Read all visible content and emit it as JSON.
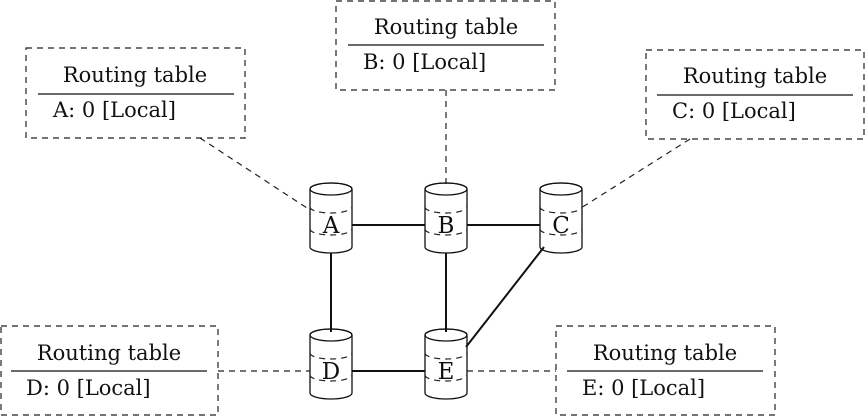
{
  "diagram": {
    "nodes": [
      {
        "id": "A",
        "label": "A"
      },
      {
        "id": "B",
        "label": "B"
      },
      {
        "id": "C",
        "label": "C"
      },
      {
        "id": "D",
        "label": "D"
      },
      {
        "id": "E",
        "label": "E"
      }
    ],
    "edges": [
      {
        "from": "A",
        "to": "B"
      },
      {
        "from": "B",
        "to": "C"
      },
      {
        "from": "A",
        "to": "D"
      },
      {
        "from": "B",
        "to": "E"
      },
      {
        "from": "D",
        "to": "E"
      },
      {
        "from": "C",
        "to": "E"
      }
    ],
    "routing_tables": [
      {
        "node": "A",
        "title": "Routing table",
        "entry": "A: 0 [Local]"
      },
      {
        "node": "B",
        "title": "Routing table",
        "entry": "B: 0 [Local]"
      },
      {
        "node": "C",
        "title": "Routing table",
        "entry": "C: 0 [Local]"
      },
      {
        "node": "D",
        "title": "Routing table",
        "entry": "D: 0 [Local]"
      },
      {
        "node": "E",
        "title": "Routing table",
        "entry": "E: 0 [Local]"
      }
    ]
  }
}
